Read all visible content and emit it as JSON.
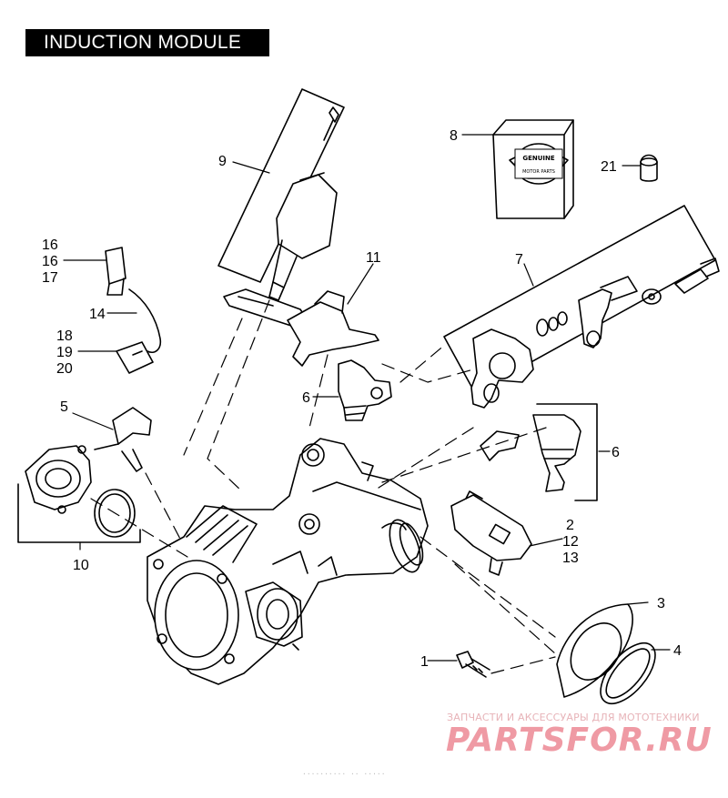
{
  "title": "INDUCTION MODULE",
  "callouts": {
    "c1": "1",
    "c2": "2",
    "c3": "3",
    "c4": "4",
    "c5": "5",
    "c6a": "6",
    "c6b": "6",
    "c7": "7",
    "c8": "8",
    "c9": "9",
    "c10": "10",
    "c11": "11",
    "c12": "12",
    "c13": "13",
    "c14": "14",
    "c16a": "16",
    "c16b": "16",
    "c17": "17",
    "c18": "18",
    "c19": "19",
    "c20": "20",
    "c21": "21"
  },
  "badge": {
    "line1": "GENUINE",
    "line2": "MOTOR PARTS"
  },
  "watermark": {
    "subtitle": "ЗАПЧАСТИ И АКСЕССУАРЫ ДЛЯ МОТОТЕХНИКИ",
    "logo": "PARTSFOR.RU"
  },
  "ref_code": "·········· ·· ·····"
}
